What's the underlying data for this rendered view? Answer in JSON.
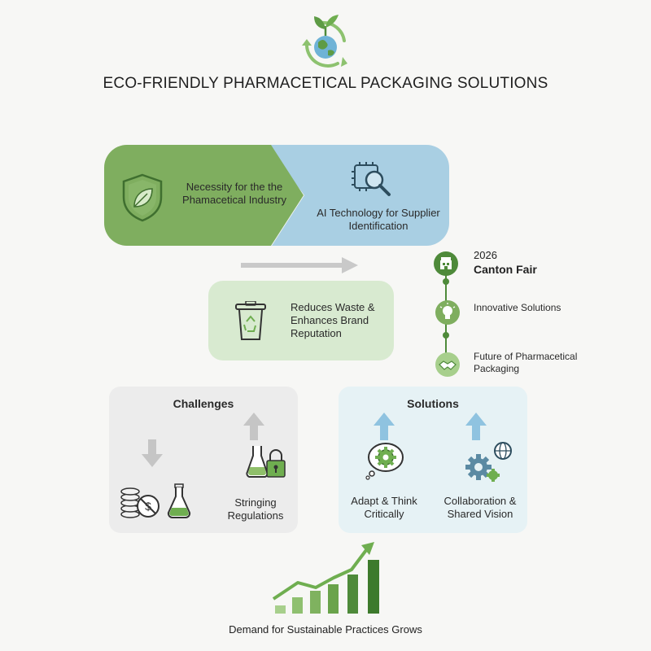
{
  "title": "ECO-FRIENDLY PHARMACETICAL PACKAGING SOLUTIONS",
  "top_banner": {
    "left_text": "Necessity for the the Phamacetical Industry",
    "right_text": "AI Technology for Supplier Identification"
  },
  "middle_box": {
    "text": "Reduces Waste & Enhances Brand Reputation"
  },
  "timeline": {
    "year": "2026",
    "event": "Canton Fair",
    "item2": "Innovative Solutions",
    "item3": "Future of Pharmacetical Packaging"
  },
  "challenges": {
    "heading": "Challenges",
    "item": "Stringing Regulations"
  },
  "solutions": {
    "heading": "Solutions",
    "item1": "Adapt & Think Critically",
    "item2": "Collaboration & Shared Vision"
  },
  "footer": {
    "caption": "Demand for Sustainable Practices Grows"
  },
  "colors": {
    "green_dark": "#4e8a3a",
    "green": "#7fae5f",
    "green_light": "#d8ead0",
    "blue_light": "#a9cfe3",
    "blue_panel": "#e6f2f5",
    "grey_panel": "#ececec"
  },
  "icons": [
    "globe-sprout-icon",
    "shield-leaf-icon",
    "ai-chip-magnifier-icon",
    "recycle-bin-icon",
    "building-icon",
    "lightbulb-icon",
    "handshake-icon",
    "coins-crossed-icon",
    "flask-icon",
    "flask-lock-icon",
    "gear-thought-icon",
    "gears-globe-icon",
    "growth-chart-icon"
  ]
}
